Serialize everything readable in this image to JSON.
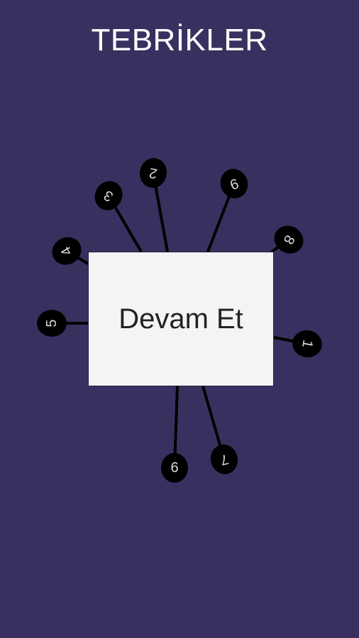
{
  "header": {
    "title": "TEBRİKLER"
  },
  "continue_button": {
    "label": "Devam Et"
  },
  "pins": [
    {
      "label": "1"
    },
    {
      "label": "2"
    },
    {
      "label": "3"
    },
    {
      "label": "4"
    },
    {
      "label": "5"
    },
    {
      "label": "6"
    },
    {
      "label": "7"
    },
    {
      "label": "8"
    },
    {
      "label": "9"
    }
  ],
  "colors": {
    "background": "#3a305f",
    "pin": "#000000",
    "pin_text": "#d9d9d9",
    "button": "#f4f4f4"
  }
}
